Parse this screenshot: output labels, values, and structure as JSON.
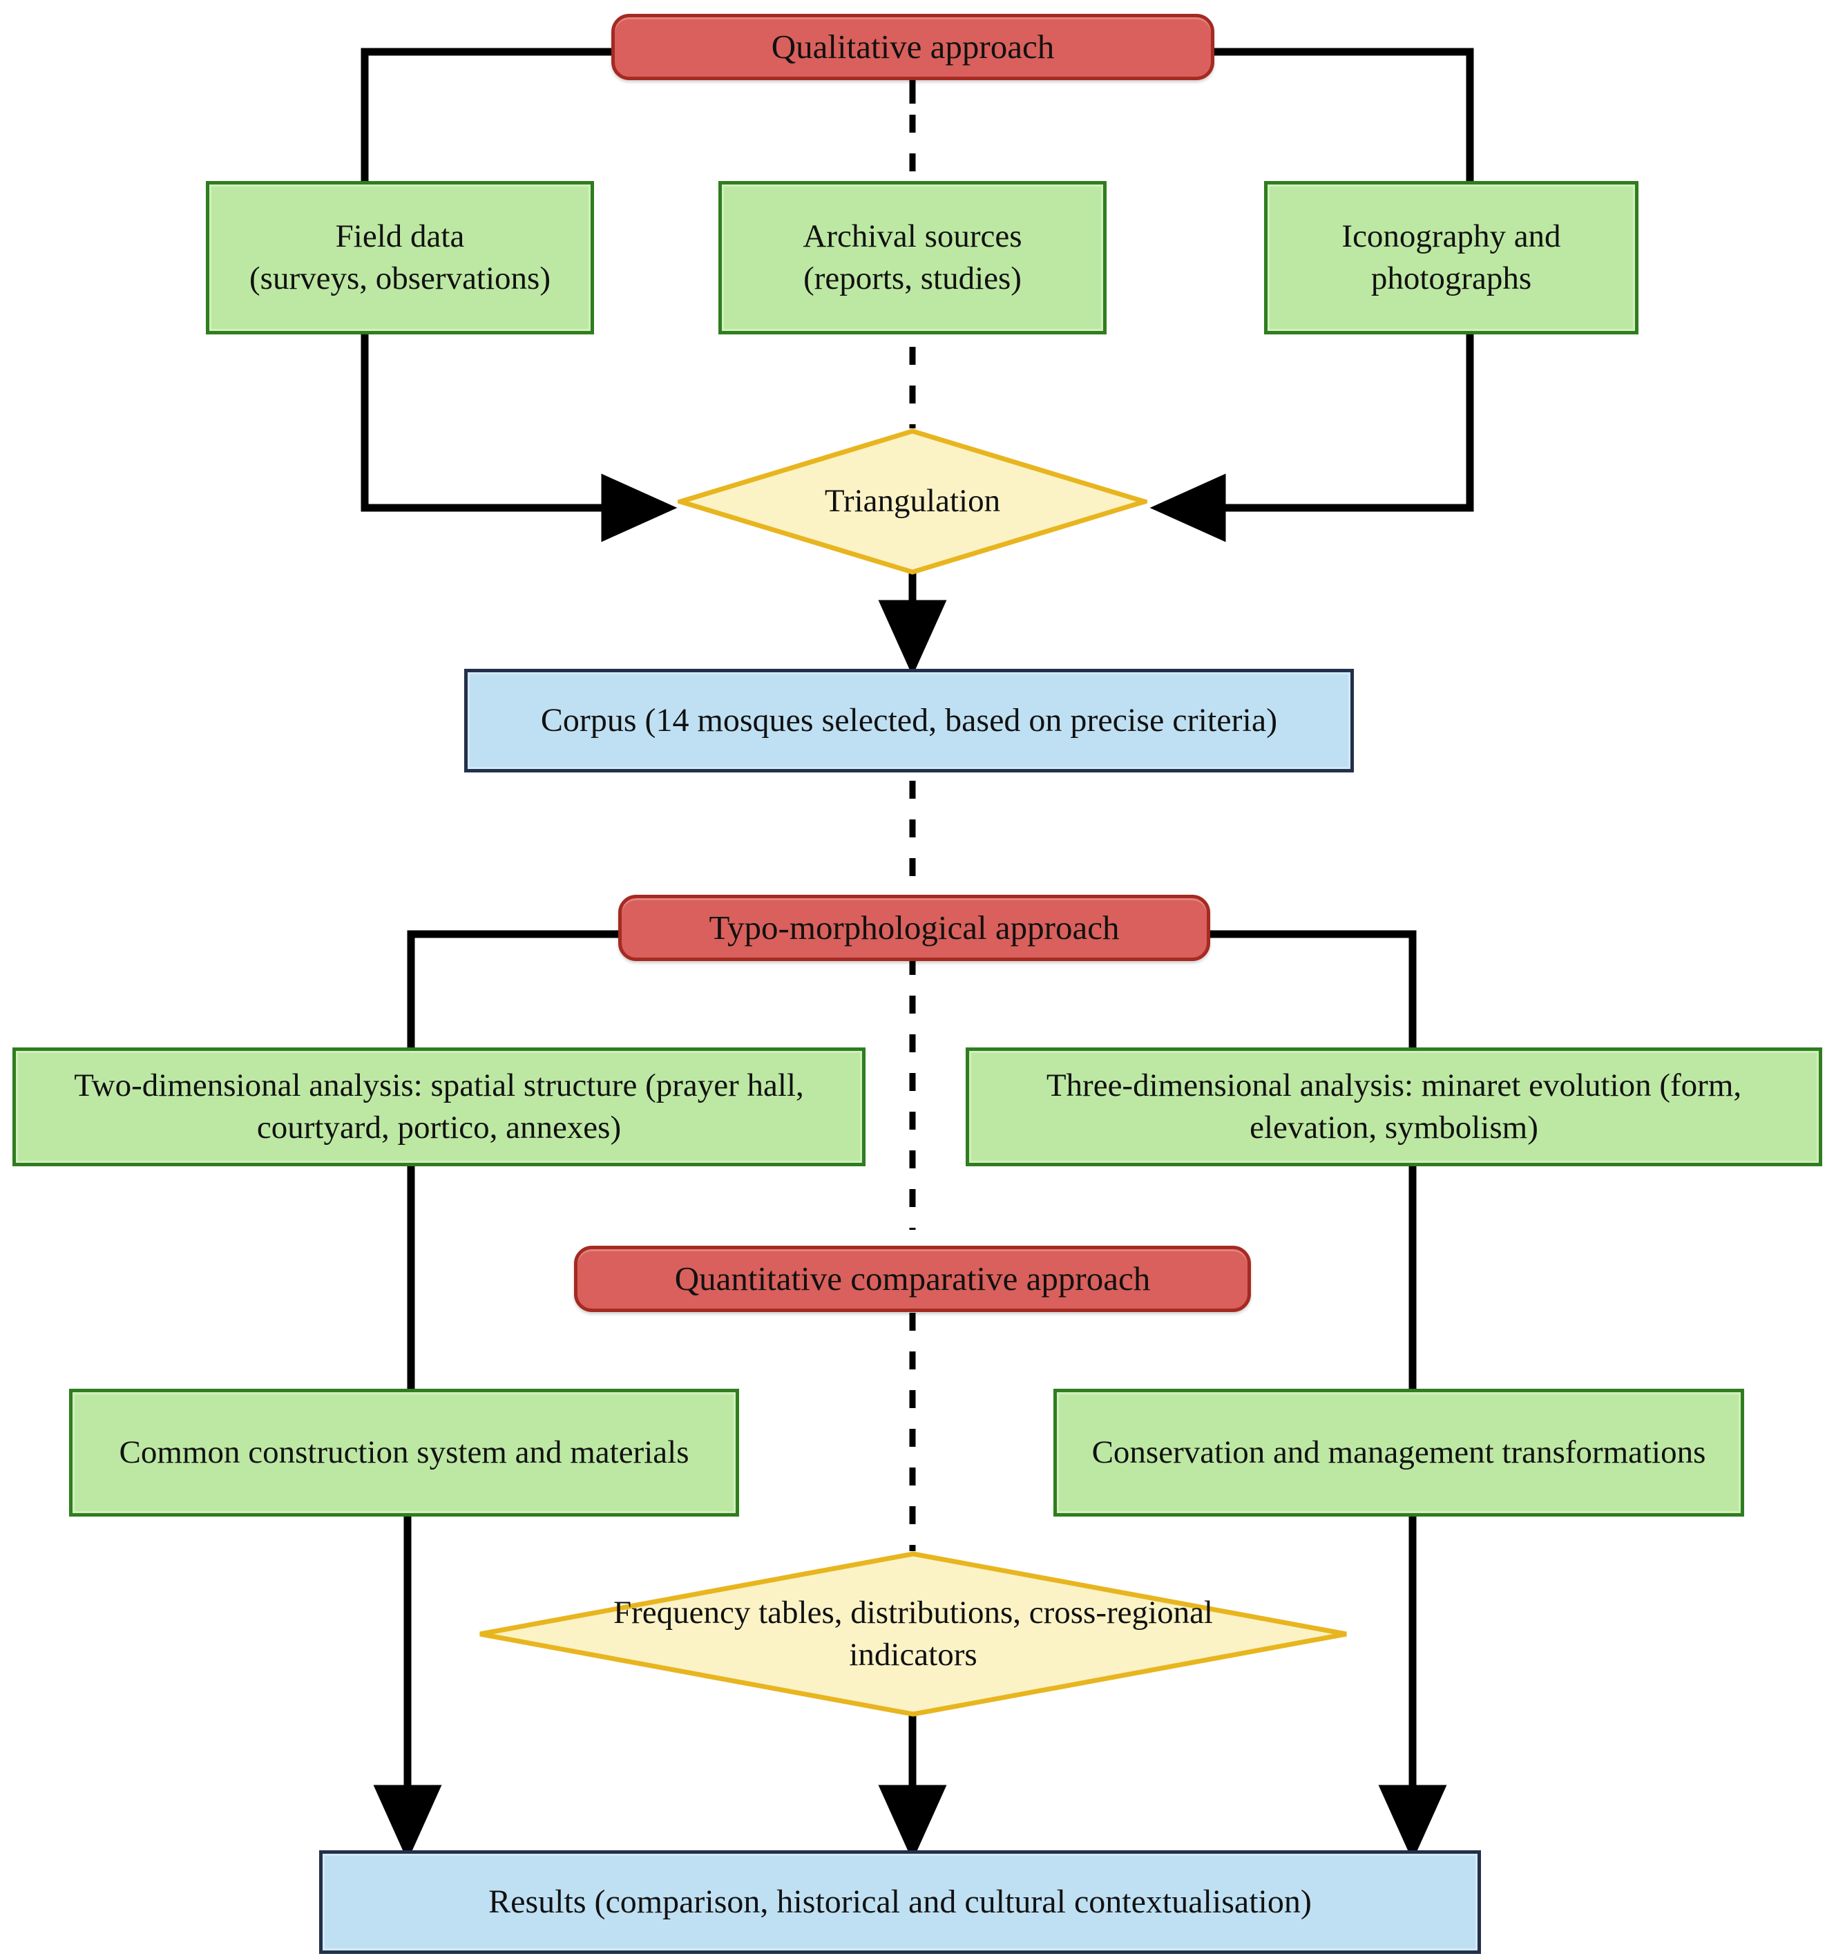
{
  "diagram": {
    "title": "Research methodology flowchart",
    "colors": {
      "red_fill": "#d9605c",
      "red_border": "#a52a22",
      "green_fill": "#bde8a3",
      "green_border": "#2f7d1f",
      "blue_fill": "#bfe0f2",
      "blue_border": "#23304a",
      "diamond_fill": "#fbf3c6",
      "diamond_border": "#e8b51f",
      "connector": "#000000"
    },
    "nodes": {
      "qualitative_approach": "Qualitative approach",
      "field_data": "Field data\n(surveys, observations)",
      "archival_sources": "Archival sources\n(reports, studies)",
      "iconography": "Iconography and\nphotographs",
      "triangulation": "Triangulation",
      "corpus": "Corpus (14 mosques selected, based on precise criteria)",
      "typo_morphological_approach": "Typo-morphological approach",
      "two_dimensional": "Two-dimensional analysis:  spatial structure (prayer hall, courtyard, portico, annexes)",
      "three_dimensional": "Three-dimensional analysis: minaret evolution (form, elevation, symbolism)",
      "quantitative_approach": "Quantitative comparative approach",
      "common_construction": "Common construction system and materials",
      "conservation": "Conservation and management transformations",
      "frequency_tables": "Frequency tables, distributions, cross-regional indicators",
      "results": "Results (comparison, historical and cultural contextualisation)"
    }
  }
}
